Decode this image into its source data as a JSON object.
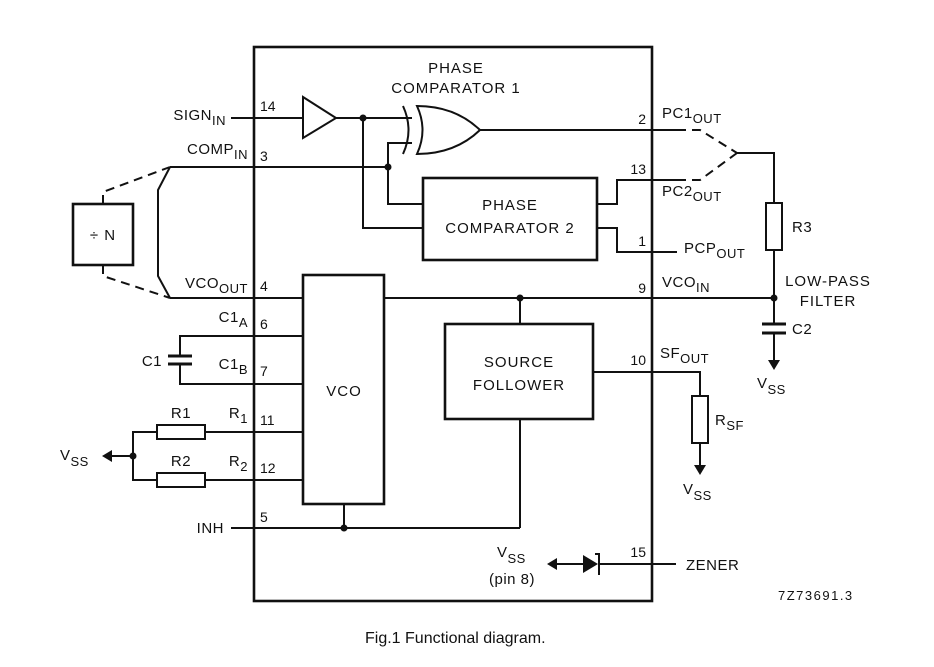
{
  "figure": {
    "caption": "Fig.1  Functional diagram.",
    "code": "7Z73691.3"
  },
  "blocks": {
    "phase_comparator_1": {
      "line1": "PHASE",
      "line2": "COMPARATOR 1"
    },
    "phase_comparator_2": {
      "line1": "PHASE",
      "line2": "COMPARATOR 2"
    },
    "vco": "VCO",
    "source_follower": {
      "line1": "SOURCE",
      "line2": "FOLLOWER"
    },
    "divider": "÷ N"
  },
  "pins": [
    {
      "number": "14",
      "name": "SIGN",
      "sub": "IN"
    },
    {
      "number": "3",
      "name": "COMP",
      "sub": "IN"
    },
    {
      "number": "4",
      "name": "VCO",
      "sub": "OUT"
    },
    {
      "number": "6",
      "name": "C1",
      "sub": "A"
    },
    {
      "number": "7",
      "name": "C1",
      "sub": "B"
    },
    {
      "number": "11",
      "name": "R",
      "sub": "1"
    },
    {
      "number": "12",
      "name": "R",
      "sub": "2"
    },
    {
      "number": "5",
      "name": "INH",
      "sub": ""
    },
    {
      "number": "2",
      "name": "PC1",
      "sub": "OUT"
    },
    {
      "number": "13",
      "name": "PC2",
      "sub": "OUT"
    },
    {
      "number": "1",
      "name": "PCP",
      "sub": "OUT"
    },
    {
      "number": "9",
      "name": "VCO",
      "sub": "IN"
    },
    {
      "number": "10",
      "name": "SF",
      "sub": "OUT"
    },
    {
      "number": "15",
      "name": "ZENER",
      "sub": ""
    }
  ],
  "components": {
    "c1": "C1",
    "r1": "R1",
    "r2": "R2",
    "r3": "R3",
    "c2": "C2",
    "rsf": {
      "name": "R",
      "sub": "SF"
    },
    "low_pass": {
      "line1": "LOW-PASS",
      "line2": "FILTER"
    }
  },
  "supply": {
    "vss": {
      "name": "V",
      "sub": "SS"
    },
    "pin8": "(pin 8)"
  }
}
